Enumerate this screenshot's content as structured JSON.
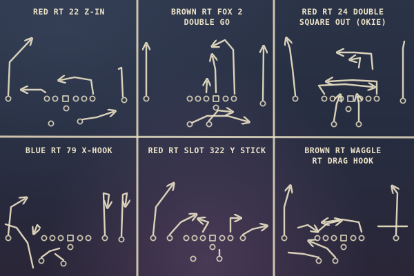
{
  "plays": [
    {
      "line1": "RED RT 22 Z-IN",
      "line2": ""
    },
    {
      "line1": "BROWN RT FOX 2",
      "line2": "DOUBLE GO"
    },
    {
      "line1": "RED RT 24 DOUBLE",
      "line2": "SQUARE OUT (OKIE)"
    },
    {
      "line1": "BLUE RT 79 X-HOOK",
      "line2": ""
    },
    {
      "line1": "RED RT SLOT 322 Y STICK",
      "line2": ""
    },
    {
      "line1": "BROWN RT WAGGLE",
      "line2": "RT DRAG HOOK"
    }
  ],
  "colors": {
    "chalk": "#e9e0c4",
    "board": "#262d40"
  }
}
